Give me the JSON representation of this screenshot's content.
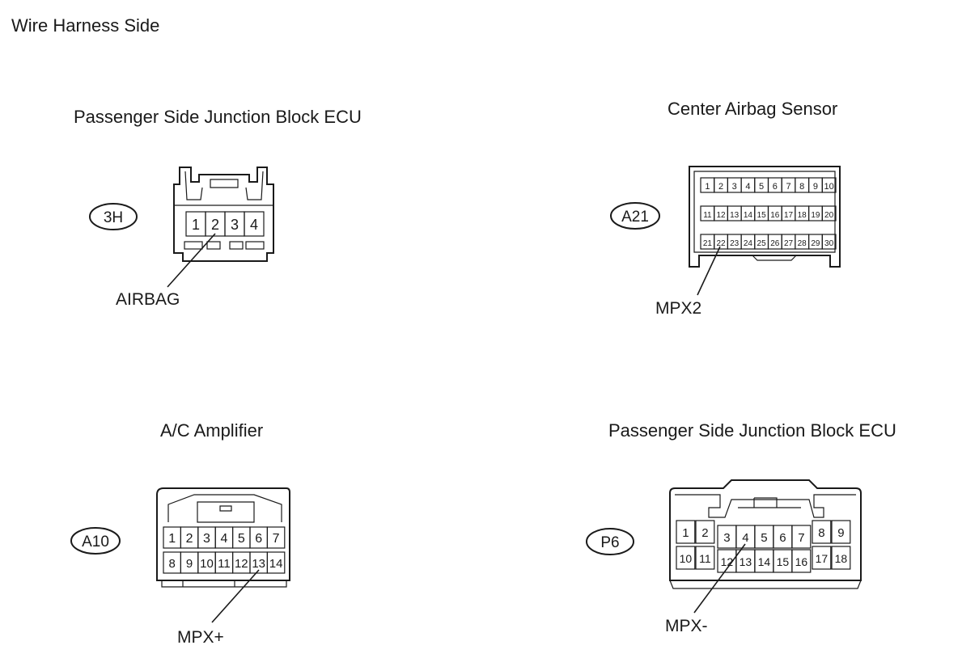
{
  "header": "Wire Harness Side",
  "connectors": [
    {
      "code": "3H",
      "title": "Passenger Side Junction Block ECU",
      "callout": "AIRBAG",
      "rows": [
        [
          "1",
          "2",
          "3",
          "4"
        ]
      ]
    },
    {
      "code": "A21",
      "title": "Center Airbag Sensor",
      "callout": "MPX2",
      "rows": [
        [
          "1",
          "2",
          "3",
          "4",
          "5",
          "6",
          "7",
          "8",
          "9",
          "10"
        ],
        [
          "11",
          "12",
          "13",
          "14",
          "15",
          "16",
          "17",
          "18",
          "19",
          "20"
        ],
        [
          "21",
          "22",
          "23",
          "24",
          "25",
          "26",
          "27",
          "28",
          "29",
          "30"
        ]
      ]
    },
    {
      "code": "A10",
      "title": "A/C Amplifier",
      "callout": "MPX+",
      "rows": [
        [
          "1",
          "2",
          "3",
          "4",
          "5",
          "6",
          "7"
        ],
        [
          "8",
          "9",
          "10",
          "11",
          "12",
          "13",
          "14"
        ]
      ]
    },
    {
      "code": "P6",
      "title": "Passenger Side Junction Block ECU",
      "callout": "MPX-",
      "rows": [
        [
          "1",
          "2",
          "3",
          "4",
          "5",
          "6",
          "7",
          "8",
          "9"
        ],
        [
          "10",
          "11",
          "12",
          "13",
          "14",
          "15",
          "16",
          "17",
          "18"
        ]
      ]
    }
  ]
}
